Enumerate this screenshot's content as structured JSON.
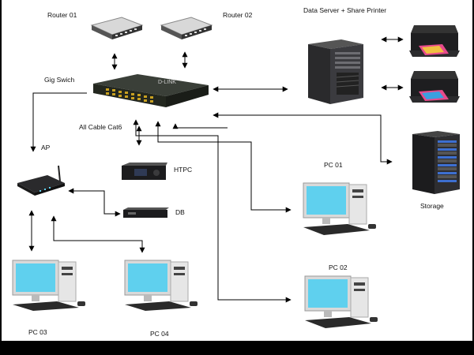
{
  "diagram": {
    "labels": {
      "router_01": "Router 01",
      "router_02": "Router 02",
      "data_server": "Data Server + Share Printer",
      "gig_switch": "Gig Swich",
      "all_cable": "All Cable Cat6",
      "ap": "AP",
      "htpc": "HTPC",
      "db": "DB",
      "pc_01": "PC 01",
      "pc_02": "PC 02",
      "pc_03": "PC 03",
      "pc_04": "PC 04",
      "storage": "Storage",
      "switch_brand": "D-LINK"
    },
    "colors": {
      "screen": "#5fd0ee",
      "switch_body": "#2b2f2a",
      "switch_ports": "#c8a020",
      "device_dark": "#1c1c1e",
      "pc_case": "#e6e6e6",
      "arrow": "#000000"
    }
  }
}
